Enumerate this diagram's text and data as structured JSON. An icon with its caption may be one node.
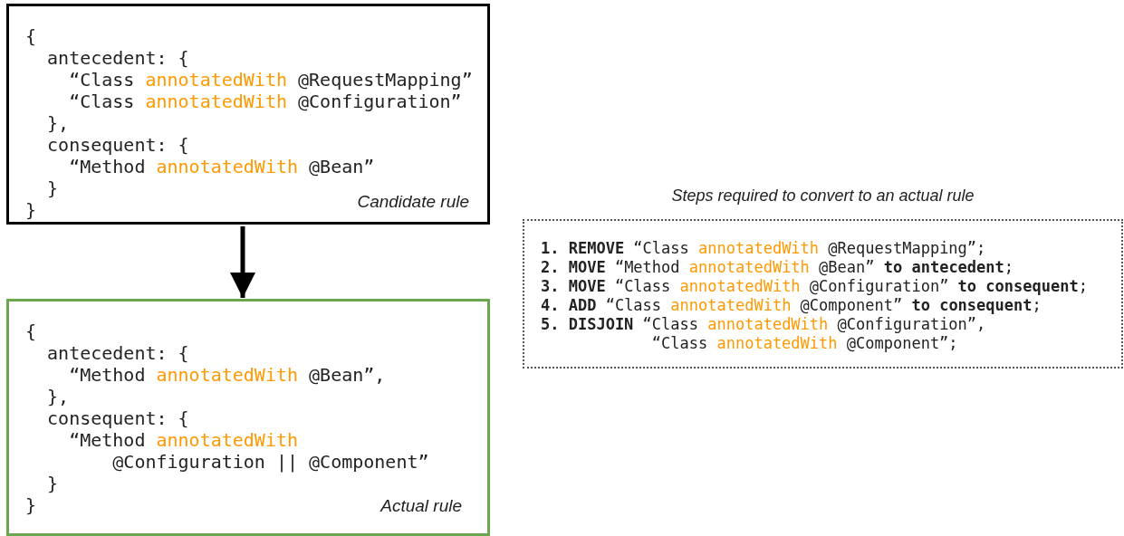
{
  "diagram": {
    "nodes": [
      {
        "text": [
          "{",
          "antecedent: {",
          "“Class *annotatedWith* @RequestMapping”",
          "“Class *annotatedWith* @Configuration”",
          "},",
          "consequent: {",
          "“Method *annotatedWith* @Bean”",
          "}",
          "}",
          "Candidate rule"
        ]
      },
      {
        "text": [
          "{",
          "antecedent: {",
          "“Method *annotatedWith* @Bean”,",
          "},",
          "consequent: {",
          "“Method *annotatedWith*",
          "@Configuration || @Component”",
          "}",
          "}",
          "Actual rule"
        ]
      },
      {
        "text": [
          "Steps required to convert to an actual rule",
          "**1. REMOVE** “Class *annotatedWith* @RequestMapping”;",
          "**2. MOVE** “Method *annotatedWith* @Bean” **to antecedent**;",
          "**3. MOVE** “Class *annotatedWith* @Configuration” **to consequent**;",
          "**4. ADD** “Class *annotatedWith* @Component” **to consequent**;",
          "**5. DISJOIN** “Class *annotatedWith* @Configuration”,",
          "“Class *annotatedWith* @Component”;"
        ]
      }
    ],
    "edges": [
      {
        "from": 0,
        "to": 1,
        "arrow": "to"
      }
    ]
  }
}
